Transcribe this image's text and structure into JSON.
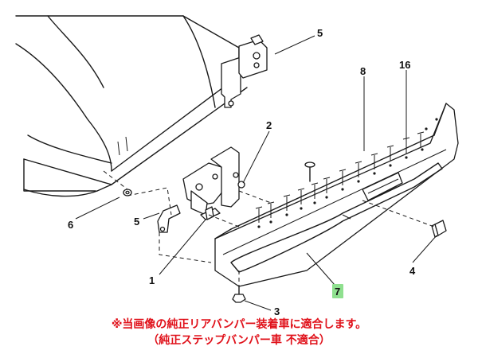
{
  "diagram": {
    "callouts": [
      {
        "id": "5a",
        "label": "5"
      },
      {
        "id": "2",
        "label": "2"
      },
      {
        "id": "8",
        "label": "8"
      },
      {
        "id": "16",
        "label": "16"
      },
      {
        "id": "6",
        "label": "6"
      },
      {
        "id": "5b",
        "label": "5"
      },
      {
        "id": "1",
        "label": "1"
      },
      {
        "id": "4",
        "label": "4"
      },
      {
        "id": "7",
        "label": "7",
        "highlight": "#8fe08f"
      },
      {
        "id": "3",
        "label": "3"
      }
    ]
  },
  "notes": {
    "line1": "※当画像の純正リアバンパー装着車に適合します。",
    "line2": "（純正ステップバンパー車 不適合）"
  }
}
